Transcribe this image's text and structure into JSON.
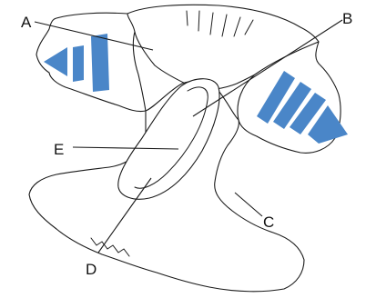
{
  "labels": {
    "a": "A",
    "b": "B",
    "c": "C",
    "d": "D",
    "e": "E"
  },
  "colors": {
    "outline": "#1a1a1a",
    "arrow": "#4a86c8",
    "background": "#ffffff"
  },
  "icons": {
    "left_arrow": "arrow-left-icon",
    "right_arrow": "arrow-right-icon"
  }
}
